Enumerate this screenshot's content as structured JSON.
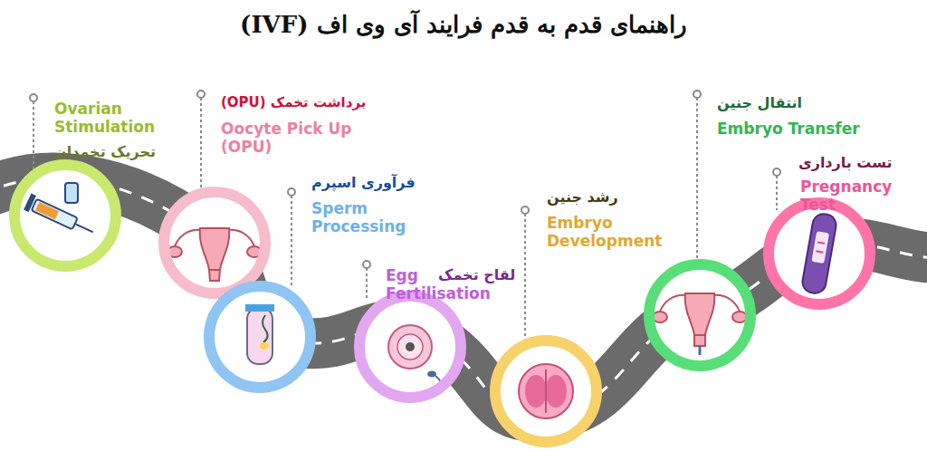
{
  "diagram": {
    "title": "راهنمای قدم به قدم فرایند آی وی اف (IVF)",
    "nodes": [
      {
        "text": [
          "Ovarian Stimulation",
          "تحریک تخمدان"
        ]
      },
      {
        "text": [
          "برداشت تخمک (OPU)",
          "Oocyte Pick Up (OPU)"
        ]
      },
      {
        "text": [
          "فرآوری اسپرم",
          "Sperm Processing"
        ]
      },
      {
        "text": [
          "Egg Fertilisation",
          "لقاح تخمک"
        ]
      },
      {
        "text": [
          "رشد جنین",
          "Embryo Development"
        ]
      },
      {
        "text": [
          "انتقال جنین",
          "Embryo Transfer"
        ]
      },
      {
        "text": [
          "تست بارداری",
          "Pregnancy Test"
        ]
      }
    ]
  }
}
